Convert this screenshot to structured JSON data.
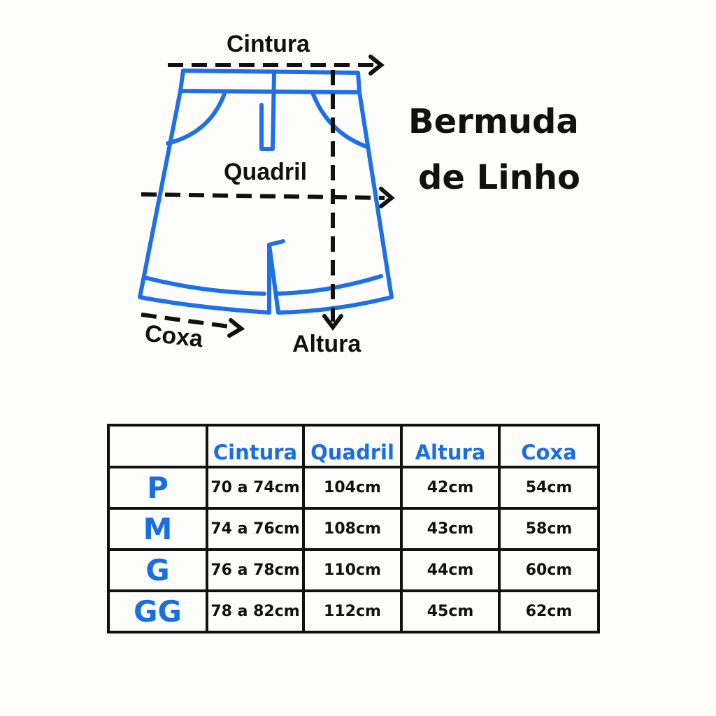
{
  "diagram": {
    "labels": {
      "waist": "Cintura",
      "hip": "Quadril",
      "thigh": "Coxa",
      "height": "Altura"
    },
    "colors": {
      "outline": "#1f6fe8",
      "arrows": "#111111"
    }
  },
  "title": {
    "line1": "Bermuda",
    "line2": "de Linho"
  },
  "table": {
    "headers": [
      "",
      "Cintura",
      "Quadril",
      "Altura",
      "Coxa"
    ],
    "rows": [
      {
        "size": "P",
        "values": [
          "70 a 74cm",
          "104cm",
          "42cm",
          "54cm"
        ]
      },
      {
        "size": "M",
        "values": [
          "74 a 76cm",
          "108cm",
          "43cm",
          "58cm"
        ]
      },
      {
        "size": "G",
        "values": [
          "76 a 78cm",
          "110cm",
          "44cm",
          "60cm"
        ]
      },
      {
        "size": "GG",
        "values": [
          "78 a 82cm",
          "112cm",
          "45cm",
          "62cm"
        ]
      }
    ]
  }
}
